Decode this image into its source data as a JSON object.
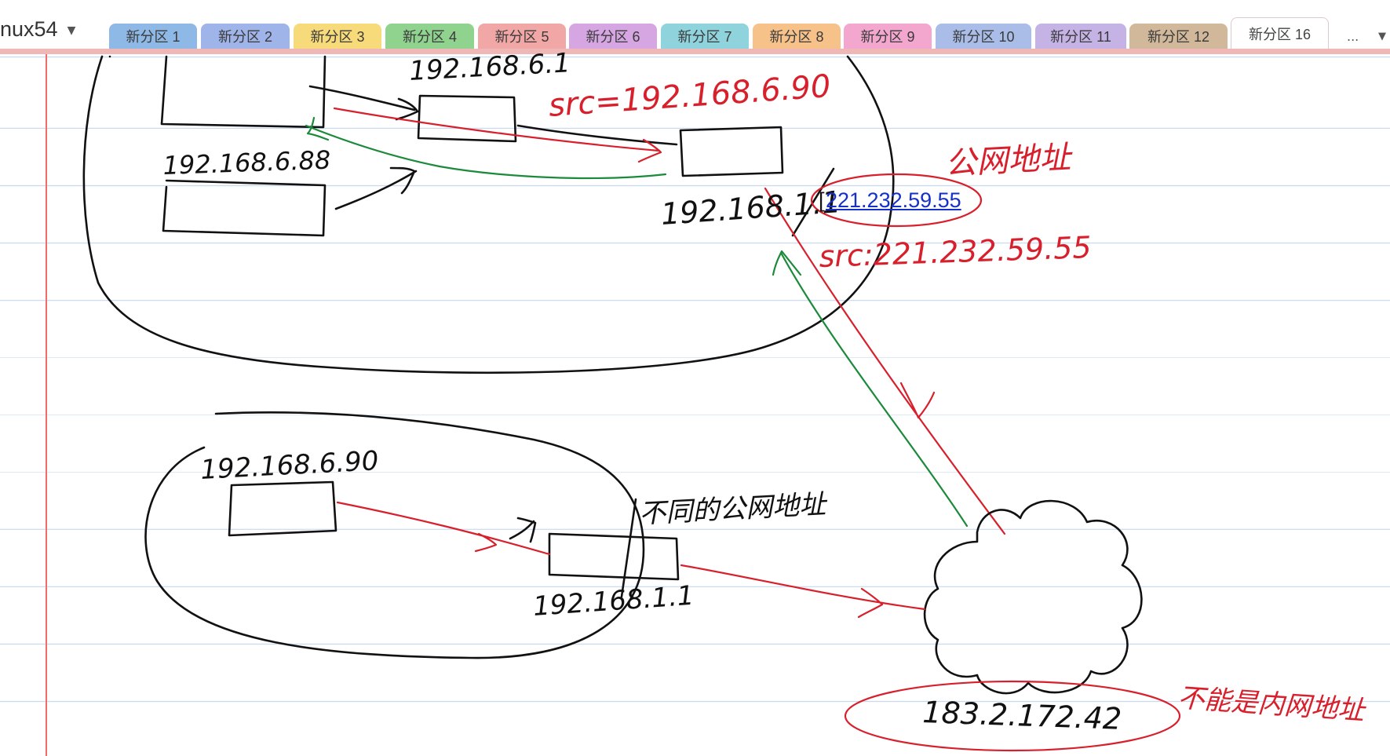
{
  "notebook": {
    "name": "nux54"
  },
  "tabs": [
    {
      "label": "新分区 1",
      "color": "#8eb8e6"
    },
    {
      "label": "新分区 2",
      "color": "#9fb4e8"
    },
    {
      "label": "新分区 3",
      "color": "#f7da7a"
    },
    {
      "label": "新分区 4",
      "color": "#8fd38f"
    },
    {
      "label": "新分区 5",
      "color": "#f2a7a7"
    },
    {
      "label": "新分区 6",
      "color": "#d6a6e3"
    },
    {
      "label": "新分区 7",
      "color": "#8fd3dd"
    },
    {
      "label": "新分区 8",
      "color": "#f7c18a"
    },
    {
      "label": "新分区 9",
      "color": "#f3a7cf"
    },
    {
      "label": "新分区 10",
      "color": "#a9bde8"
    },
    {
      "label": "新分区 11",
      "color": "#c5b3e6"
    },
    {
      "label": "新分区 12",
      "color": "#d2b89a"
    },
    {
      "label": "新分区 16",
      "color": "#ffffff",
      "active": true
    }
  ],
  "tab_more": {
    "label": "...",
    "icon": "chevron-down-icon"
  },
  "colors": {
    "section_band": "#f0b7b7",
    "margin_line": "#f06c6c",
    "rule_line": "#c9daf0",
    "ink_black": "#111111",
    "ink_red": "#d8202c",
    "ink_green": "#1b8a3a",
    "link": "#1530c8"
  },
  "notes": {
    "ip_gateway_top": "192.168.6.1",
    "src_private": "src=192.168.6.90",
    "ip_host_88": "192.168.6.88",
    "ip_router_wan": "192.168.1.1",
    "public_label": "公网地址",
    "public_ip": "221.232.59.55",
    "src_public": "src:221.232.59.55",
    "ip_host_90": "192.168.6.90",
    "different_public_label": "不同的公网地址",
    "ip_router_bottom": "192.168.1.1",
    "server_ip": "183.2.172.42",
    "not_private_label": "不能是内网地址"
  }
}
